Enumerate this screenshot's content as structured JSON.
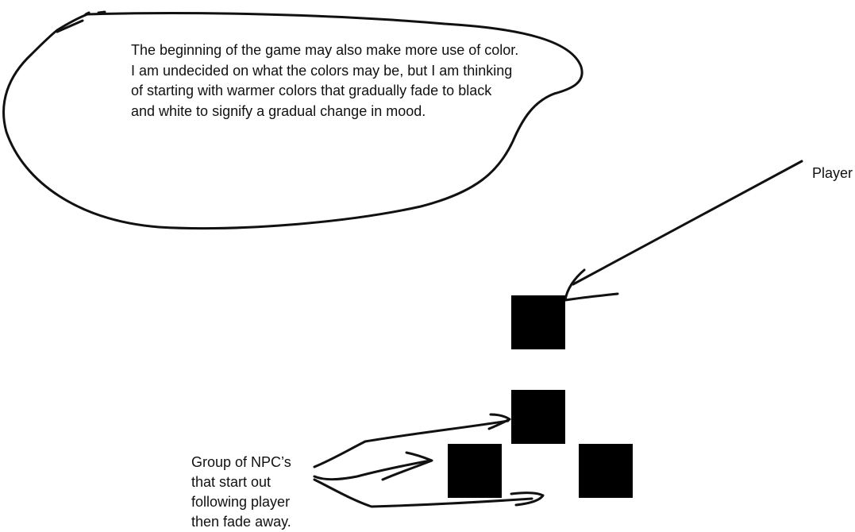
{
  "note": {
    "lines": [
      "The beginning of the game may also make more use of color.",
      "I am undecided on what the colors may be, but I am thinking",
      "of starting with warmer colors that gradually fade to black",
      "and white to signify a gradual change in mood."
    ]
  },
  "player": {
    "label": "Player"
  },
  "npc_group": {
    "lines": [
      "Group of NPC’s",
      "that start out",
      "following player",
      "then fade away."
    ]
  },
  "colors": {
    "ink": "#111111",
    "blocks": "#000000",
    "background": "#ffffff"
  }
}
